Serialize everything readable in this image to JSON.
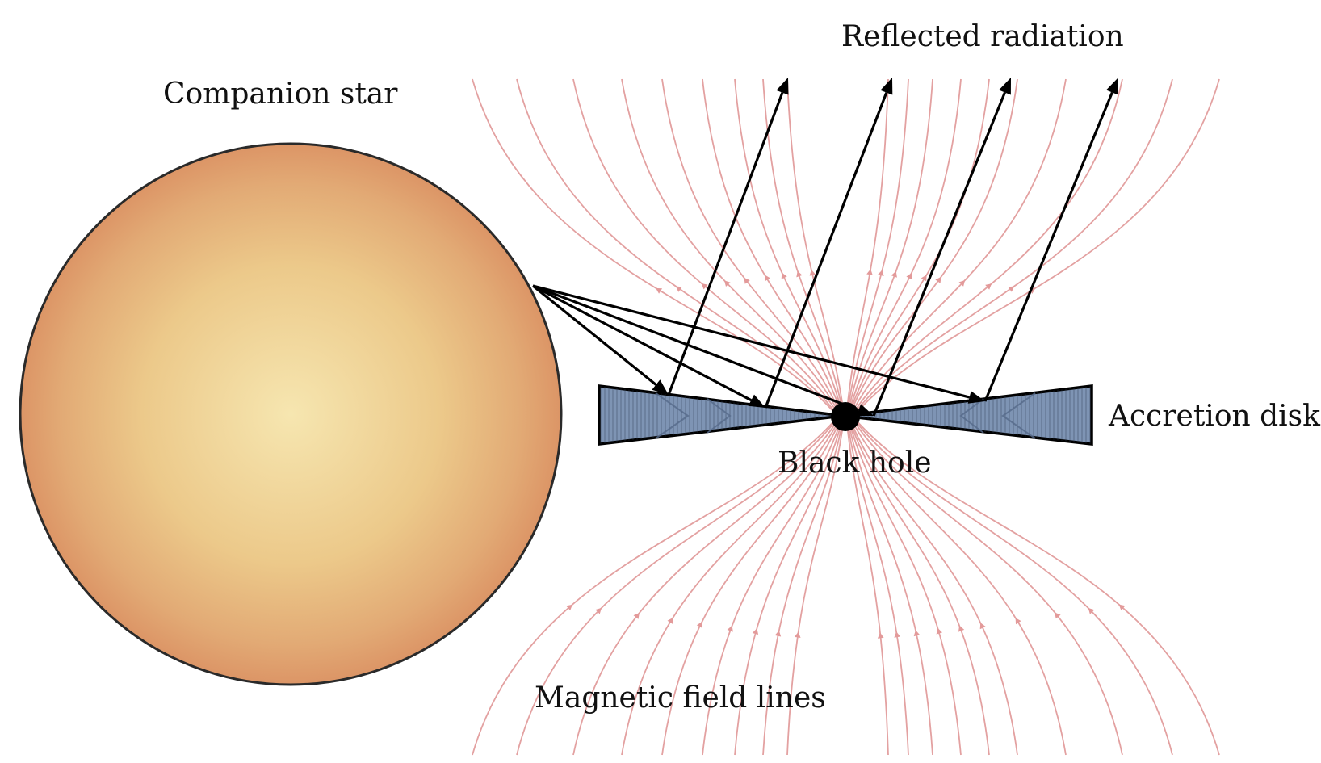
{
  "labels": {
    "companion_star": "Companion star",
    "reflected_radiation": "Reflected radiation",
    "accretion_disk": "Accretion disk",
    "black_hole": "Black hole",
    "magnetic_field_lines": "Magnetic field lines"
  },
  "colors": {
    "star_center": "#f6e6b0",
    "star_mid": "#ecc98a",
    "star_edge": "#dc9566",
    "star_outline": "#2a2a2a",
    "disk_fill": "#7e94b4",
    "field_lines": "#e3a1a1",
    "rays": "#000000",
    "black_hole": "#000000"
  }
}
